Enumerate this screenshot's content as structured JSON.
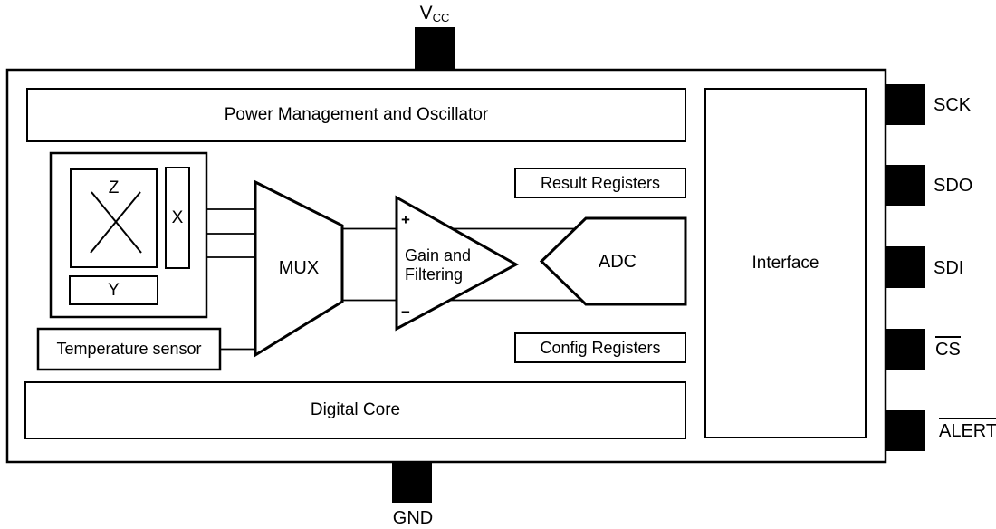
{
  "diagram": {
    "type": "chip-block-diagram",
    "pins": {
      "vcc": {
        "base": "V",
        "sub": "CC"
      },
      "gnd": {
        "label": "GND"
      },
      "right": [
        {
          "label": "SCK",
          "overline": false
        },
        {
          "label": "SDO",
          "overline": false
        },
        {
          "label": "SDI",
          "overline": false
        },
        {
          "label": "CS",
          "overline": true
        },
        {
          "label": "ALERT",
          "overline": true
        }
      ]
    },
    "blocks": {
      "power": {
        "label": "Power Management and Oscillator"
      },
      "sensor_array": {
        "z": "Z",
        "x": "X",
        "y": "Y"
      },
      "temperature": {
        "label": "Temperature sensor"
      },
      "mux": {
        "label": "MUX"
      },
      "gain": {
        "line1": "Gain and",
        "line2": "Filtering",
        "plus": "+",
        "minus": "−"
      },
      "adc": {
        "label": "ADC"
      },
      "result_registers": {
        "label": "Result Registers"
      },
      "config_registers": {
        "label": "Config Registers"
      },
      "interface": {
        "label": "Interface"
      },
      "digital_core": {
        "label": "Digital Core"
      }
    },
    "colors": {
      "line": "#000000",
      "block_fill": "#ffffff",
      "pin_fill": "#000000",
      "background": "#ffffff"
    }
  }
}
